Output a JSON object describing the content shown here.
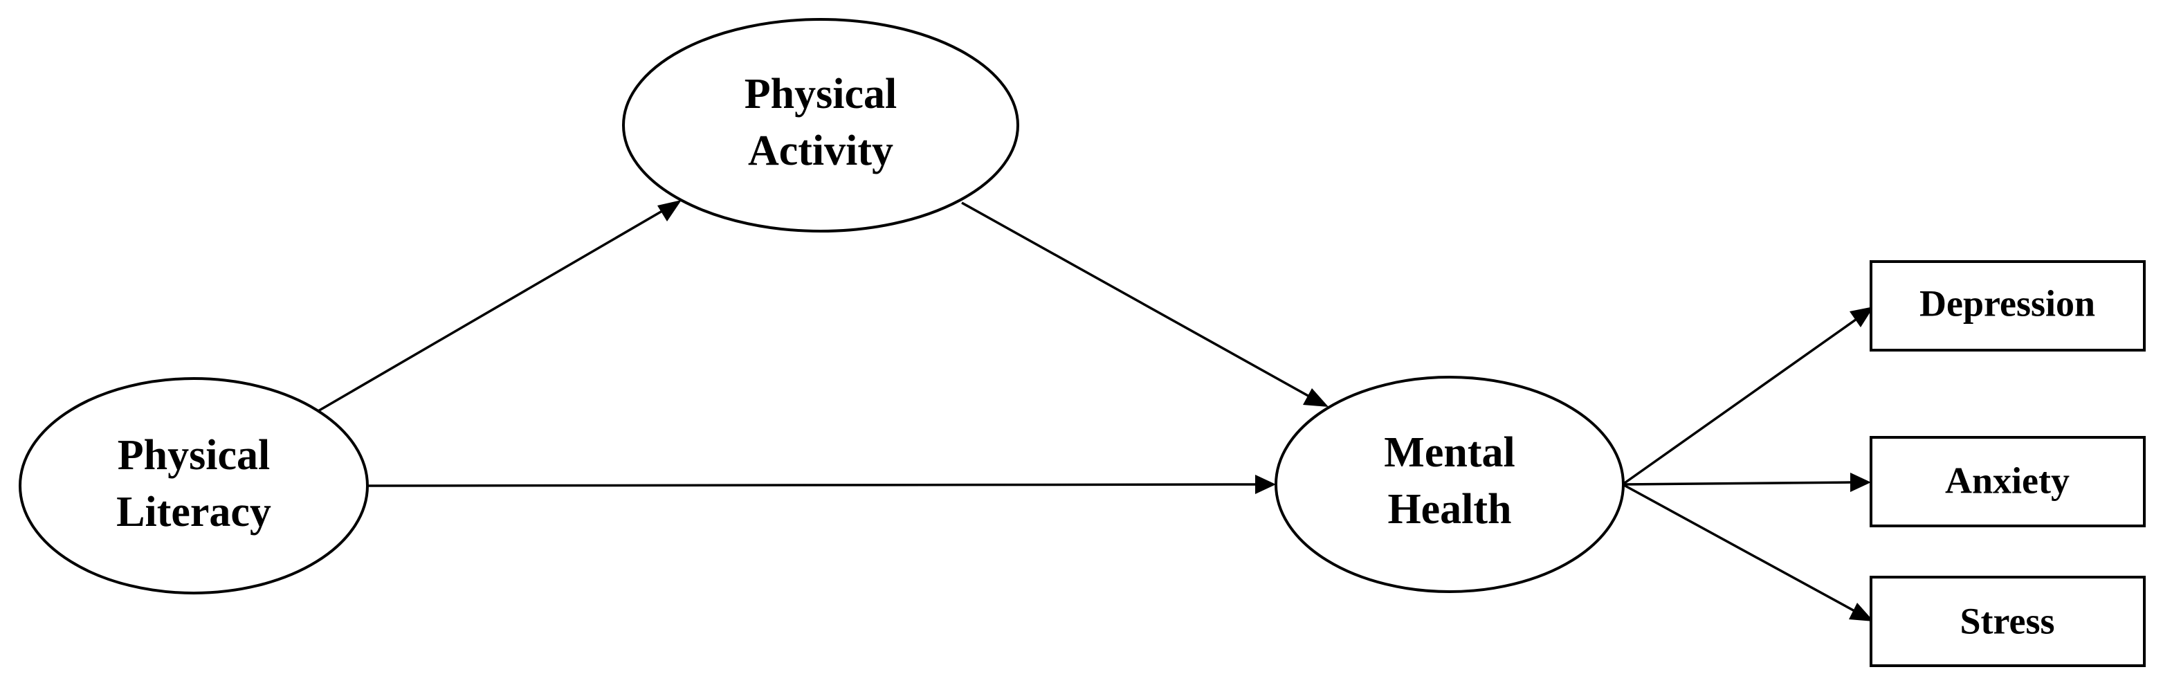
{
  "diagram": {
    "nodes": {
      "physical_literacy": {
        "line1": "Physical",
        "line2": "Literacy",
        "shape": "ellipse"
      },
      "physical_activity": {
        "line1": "Physical",
        "line2": "Activity",
        "shape": "ellipse"
      },
      "mental_health": {
        "line1": "Mental",
        "line2": "Health",
        "shape": "ellipse"
      },
      "depression": {
        "label": "Depression",
        "shape": "rectangle"
      },
      "anxiety": {
        "label": "Anxiety",
        "shape": "rectangle"
      },
      "stress": {
        "label": "Stress",
        "shape": "rectangle"
      }
    },
    "edges": [
      {
        "from": "Physical Literacy",
        "to": "Physical Activity"
      },
      {
        "from": "Physical Activity",
        "to": "Mental Health"
      },
      {
        "from": "Physical Literacy",
        "to": "Mental Health"
      },
      {
        "from": "Mental Health",
        "to": "Depression"
      },
      {
        "from": "Mental Health",
        "to": "Anxiety"
      },
      {
        "from": "Mental Health",
        "to": "Stress"
      }
    ],
    "colors": {
      "stroke": "#000000",
      "background": "#ffffff"
    }
  }
}
